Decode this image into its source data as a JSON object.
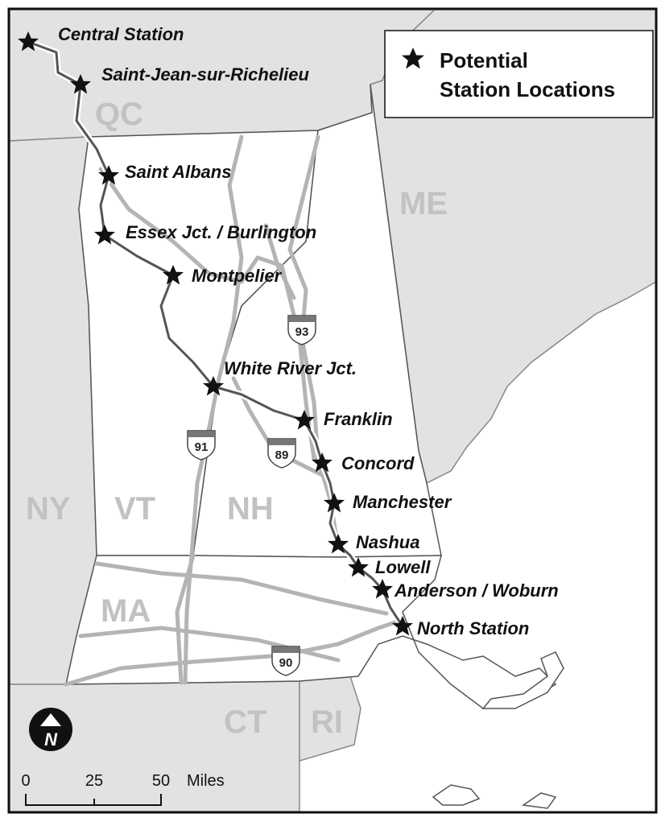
{
  "legend": {
    "line1": "Potential",
    "line2": "Station Locations",
    "icon": "star-icon"
  },
  "states": {
    "qc": "QC",
    "me": "ME",
    "ny": "NY",
    "vt": "VT",
    "nh": "NH",
    "ma": "MA",
    "ct": "CT",
    "ri": "RI"
  },
  "stations": [
    "Central Station",
    "Saint-Jean-sur-Richelieu",
    "Saint Albans",
    "Essex Jct. / Burlington",
    "Montpelier",
    "White River Jct.",
    "Franklin",
    "Concord",
    "Manchester",
    "Nashua",
    "Lowell",
    "Anderson / Woburn",
    "North Station"
  ],
  "highways": {
    "i91": "91",
    "i89": "89",
    "i93": "93",
    "i90": "90"
  },
  "scale": {
    "tick0": "0",
    "tick1": "25",
    "tick2": "50",
    "unit": "Miles"
  },
  "north_arrow": {
    "letter": "N",
    "icon": "north-arrow-icon"
  },
  "colors": {
    "neighbor_fill": "#e2e2e2",
    "study_fill": "#ffffff",
    "ocean": "#ffffff",
    "road": "#b4b4b4",
    "rail": "#555555",
    "label": "#c2c2c2"
  }
}
